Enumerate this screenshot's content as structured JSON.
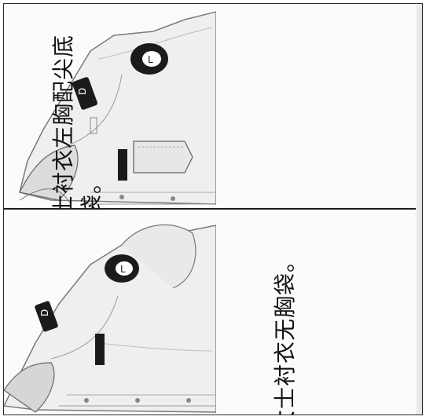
{
  "captions": {
    "top_line1": "男士衬衣左胸配尖底",
    "top_line2": "贴袋。",
    "bottom_line1": "女士衬衣无胸袋。"
  },
  "images": {
    "top": "male-shirt-pocket-illustration",
    "bottom": "female-shirt-no-pocket-illustration"
  },
  "colors": {
    "border": "#2a2a2a",
    "shirt": "#eef0f0",
    "badge": "#1b1b1b",
    "text": "#111111"
  }
}
